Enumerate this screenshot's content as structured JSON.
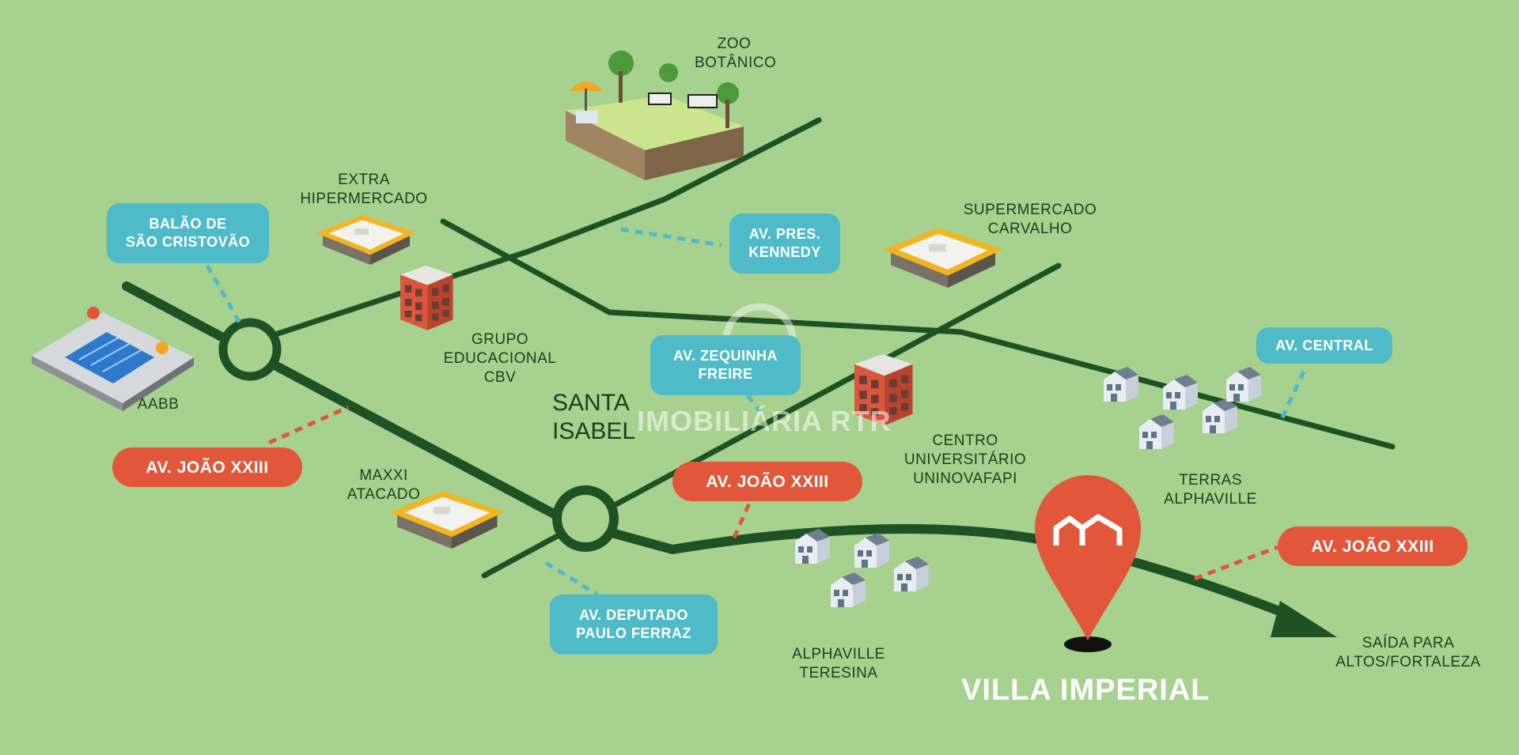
{
  "map": {
    "labels": {
      "zoo": "ZOO\nBOTÂNICO",
      "extra": "EXTRA\nHIPERMERCADO",
      "supermercado": "SUPERMERCADO\nCARVALHO",
      "grupo": "GRUPO\nEDUCACIONAL\nCBV",
      "aabb": "AABB",
      "santa_isabel": "SANTA\nISABEL",
      "centro": "CENTRO\nUNIVERSITÁRIO\nUNINOVAFAPI",
      "terras": "TERRAS\nALPHAVILLE",
      "maxxi": "MAXXI\nATACADO",
      "alphaville_teresina": "ALPHAVILLE\nTERESINA",
      "saida": "SAÍDA PARA\nALTOS/FORTALEZA",
      "villa": "VILLA IMPERIAL"
    },
    "roads": {
      "balao": "BALÃO DE\nSÃO CRISTOVÃO",
      "pres_kennedy": "AV. PRES.\nKENNEDY",
      "central": "AV. CENTRAL",
      "zequinha": "AV. ZEQUINHA\nFREIRE",
      "joao_left": "AV. JOÃO XXIII",
      "joao_mid": "AV. JOÃO XXIII",
      "joao_right": "AV. JOÃO XXIII",
      "deputado": "AV. DEPUTADO\nPAULO FERRAZ"
    },
    "watermark": {
      "name": "IMOBILIÁRIA RTR"
    },
    "colors": {
      "background": "#a6d18e",
      "road": "#1e5225",
      "blue_tag": "#4fbac8",
      "red_tag": "#e2573a",
      "pin": "#e2573a"
    },
    "icons": [
      "building-icon",
      "house-cluster-icon",
      "pool-icon",
      "zoo-icon",
      "location-pin-icon",
      "roundabout-icon"
    ]
  }
}
